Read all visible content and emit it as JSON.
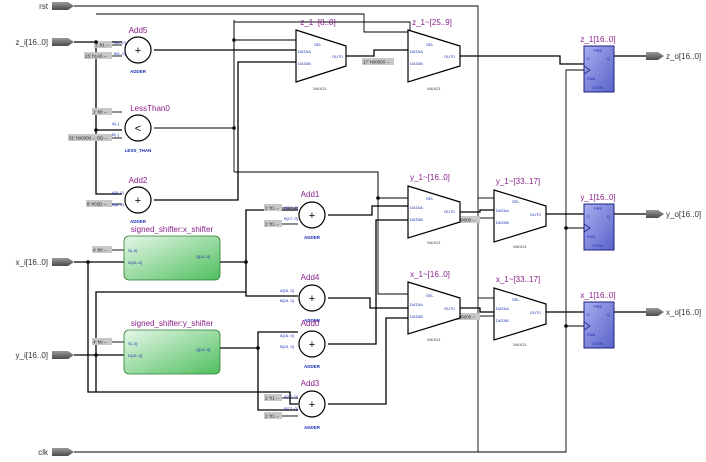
{
  "ports": {
    "inputs": [
      "rst",
      "z_i[16..0]",
      "x_i[16..0]",
      "y_i[16..0]",
      "clk"
    ],
    "outputs": [
      "z_o[16..0]",
      "y_o[16..0]",
      "x_o[16..0]"
    ]
  },
  "adders": {
    "add5": {
      "name": "Add5",
      "type": "ADDER",
      "pin_a": "A[1..0]",
      "pin_b": "B[1..0]",
      "const_a": "1' h1 --",
      "const_b": "15' h1A6 --"
    },
    "lessthan0": {
      "name": "LessThan0",
      "type": "LESS_THAN",
      "pin_a": "A[..]",
      "pin_b": "B[..]",
      "const_a": "1' h0 --",
      "const_b": "31' h00000 -- OD --"
    },
    "add2": {
      "name": "Add2",
      "type": "ADDER",
      "pin_a": "A[8..0]",
      "pin_b": "B[8..0]",
      "const_b": "9' h02D --"
    },
    "add1": {
      "name": "Add1",
      "type": "ADDER",
      "pin_a": "A[17..0]",
      "pin_b": "B[17..0]",
      "const_a": "1' h1 --",
      "const_b": "1' h1 --"
    },
    "add4": {
      "name": "Add4",
      "type": "ADDER",
      "pin_a": "A[16..0]",
      "pin_b": "B[16..0]"
    },
    "add0": {
      "name": "Add0",
      "type": "ADDER",
      "pin_a": "A[16..0]",
      "pin_b": "B[16..0]"
    },
    "add3": {
      "name": "Add3",
      "type": "ADDER",
      "pin_a": "A[17..0]",
      "pin_b": "B[17..0]",
      "const_a": "1' h1 --",
      "const_b": "1' h1 --"
    }
  },
  "shifters": {
    "x": {
      "name": "signed_shifter:x_shifter",
      "pin_s": "S[..0]",
      "pin_d": "D[16..0]",
      "pin_q": "Q[16..0]",
      "const": "4' h0 --"
    },
    "y": {
      "name": "signed_shifter:y_shifter",
      "pin_s": "S[..0]",
      "pin_d": "D[16..0]",
      "pin_q": "Q[16..0]",
      "const": "4' h0 --"
    }
  },
  "muxes": {
    "z_a": {
      "name": "z_1~[8..0]",
      "type": "MUX21"
    },
    "z_b": {
      "name": "z_1~[25..9]",
      "type": "MUX21",
      "const": "17' h00000 --"
    },
    "y_a": {
      "name": "y_1~[16..0]",
      "type": "MUX21",
      "const": "17' h00000 --"
    },
    "y_b": {
      "name": "y_1~[33..17]",
      "type": "MUX21"
    },
    "x_a": {
      "name": "x_1~[16..0]",
      "type": "MUX21",
      "const": "17' h00000 --"
    },
    "x_b": {
      "name": "x_1~[33..17]",
      "type": "MUX21"
    },
    "pins": {
      "sel": "SEL",
      "a": "DATAA",
      "b": "DATAB",
      "out": "OUT0"
    }
  },
  "registers": {
    "z": {
      "name": "z_1[16..0]"
    },
    "y": {
      "name": "y_1[16..0]"
    },
    "x": {
      "name": "x_1[16..0]"
    },
    "pins": {
      "pre": "PRE",
      "d": "D",
      "q": "Q",
      "ena": "ENA",
      "clrn": "CLRN"
    }
  },
  "colors": {
    "wire": "#000000",
    "instance_label": "#8a1e8a",
    "pin_label": "#1a2fb0",
    "register_fill": "#7d84d9",
    "shifter_fill": "#7fd68a",
    "port_fill": "#7f7f7f",
    "const_fill": "#c8c8c8"
  }
}
